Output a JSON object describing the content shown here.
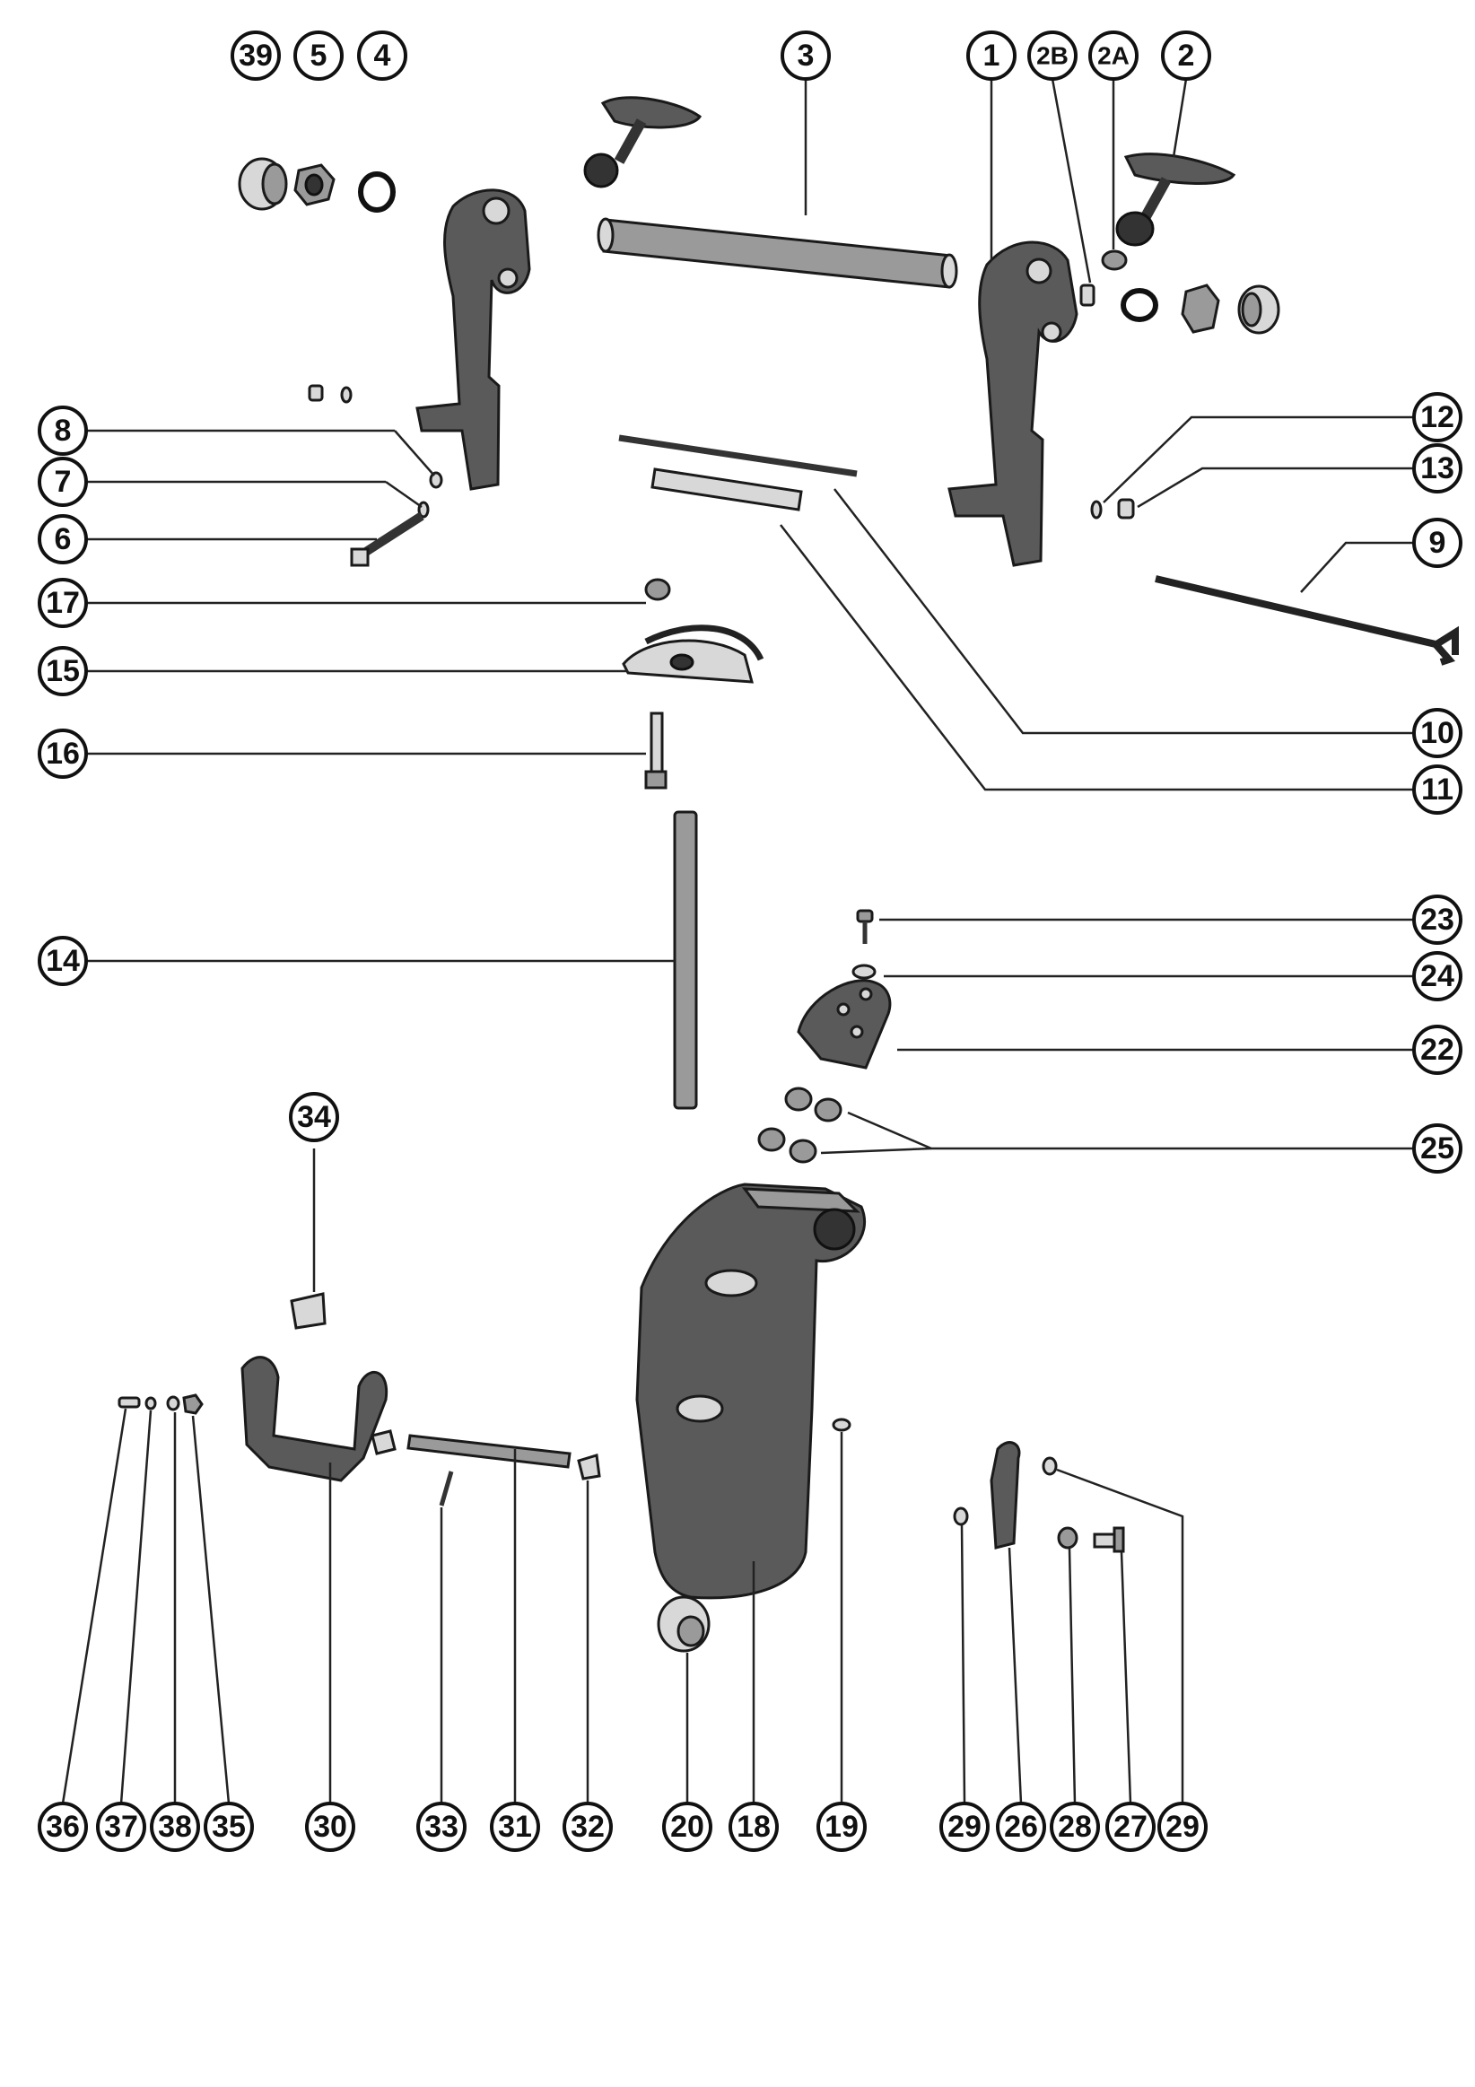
{
  "diagram": {
    "callouts": {
      "c1": "1",
      "c2": "2",
      "c2a": "2A",
      "c2b": "2B",
      "c3": "3",
      "c4": "4",
      "c5": "5",
      "c6": "6",
      "c7": "7",
      "c8": "8",
      "c9": "9",
      "c10": "10",
      "c11": "11",
      "c12": "12",
      "c13": "13",
      "c14": "14",
      "c15": "15",
      "c16": "16",
      "c17": "17",
      "c18": "18",
      "c19": "19",
      "c20": "20",
      "c22": "22",
      "c23": "23",
      "c24": "24",
      "c25": "25",
      "c26": "26",
      "c27": "27",
      "c28": "28",
      "c29a": "29",
      "c29b": "29",
      "c30": "30",
      "c31": "31",
      "c32": "32",
      "c33": "33",
      "c34": "34",
      "c35": "35",
      "c36": "36",
      "c37": "37",
      "c38": "38",
      "c39": "39"
    }
  }
}
